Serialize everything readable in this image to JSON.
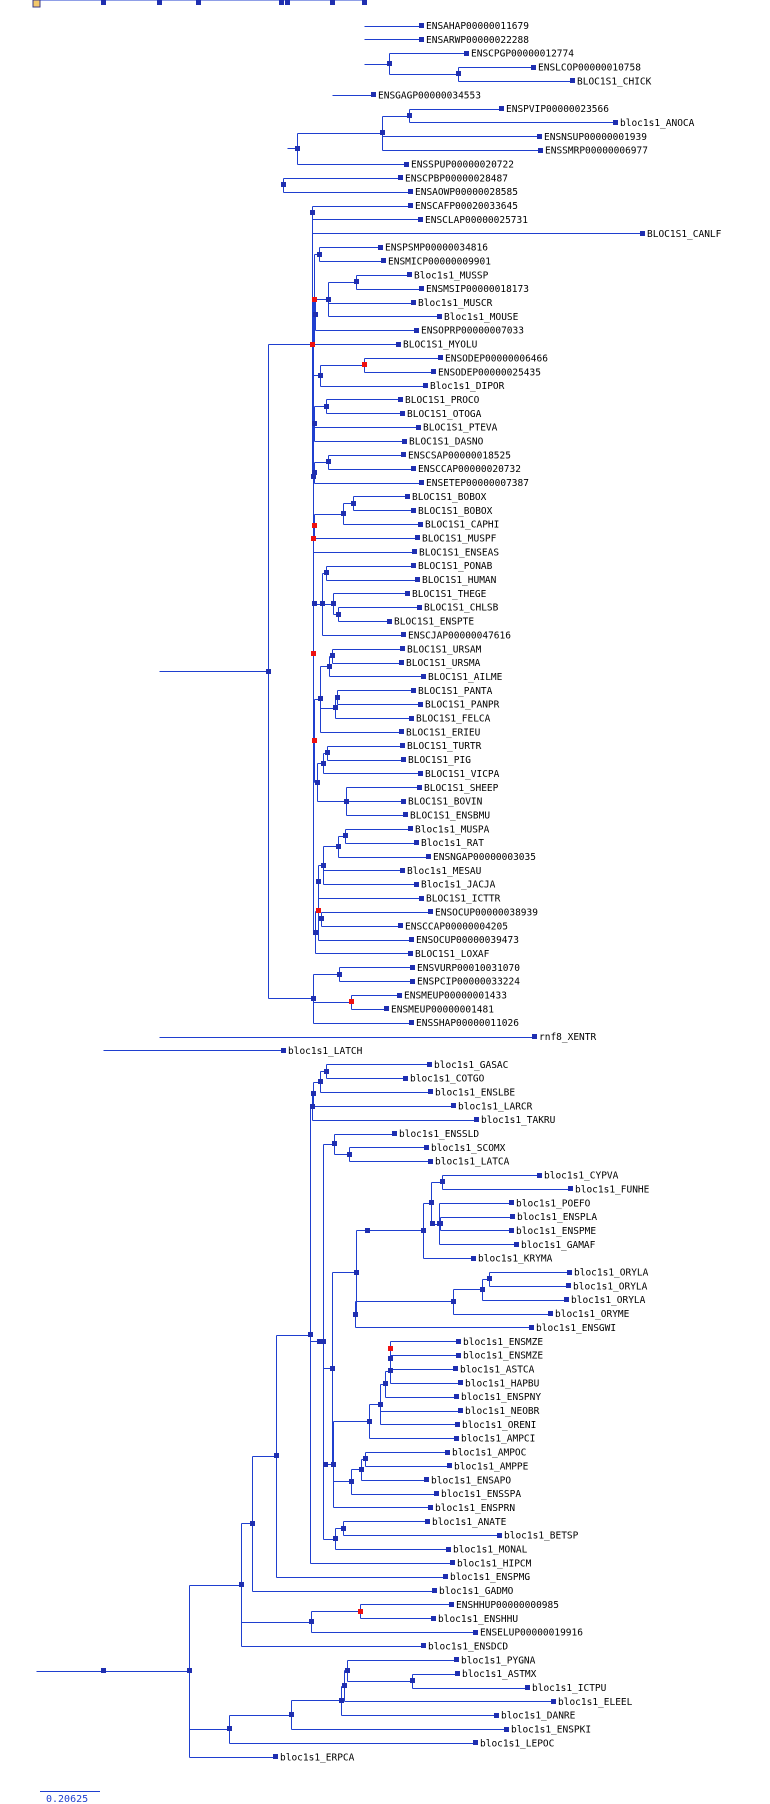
{
  "colors": {
    "edge": "#1f3fcf",
    "node": "#1f2fb0",
    "duplication_node": "#ee1111",
    "root_node_fill": "#f3c86b",
    "root_node_stroke": "#3a3a8a"
  },
  "scale": {
    "label": "0.20625"
  },
  "tree": [
    "0|36|0.3",
    "1|103|0.3",
    "2|159|0.3",
    "3|198|0.3",
    "4|281|0.3",
    "5|287|0.3",
    "6|332|0.3",
    "7|364|0.3",
    "8|364|0.3",
    "L|ENSAHAP00000011679|7",
    "L|ENSARWP00000022288|7",
    "8|389|0.3",
    "L|ENSCPGP00000012774|8",
    "9|458|0.3",
    "L|ENSLCOP00000010758|9",
    "L|BLOC1S1_CHICK|9",
    "L|ENSGAGP00000034553|6",
    "6|297|0.3",
    "7|382|0.3",
    "8|409|0.3",
    "L|ENSPVIP00000023566|8",
    "L|bloc1s1_ANOCA|8",
    "L|ENSNSUP00000001939|7",
    "L|ENSSMRP00000006977|7",
    "L|ENSSPUP00000020722|6",
    "5|283|0.3",
    "L|ENSCPBP00000028487|5",
    "L|ENSAOWP00000028585|5",
    "3|268|0.3",
    "4|312|1",
    "5|312|0.3",
    "L|ENSCAFP00020033645|5",
    "L|ENSCLAP00000025731|5",
    "L|BLOC1S1_CANLF|4",
    "5|313|0.3",
    "6|314|1",
    "7|319|0.3",
    "L|ENSPSMP00000034816|7",
    "L|ENSMICP00000009901|7",
    "7|315|0.3",
    "8|328|0.3",
    "9|356|0.3",
    "L|Bloc1s1_MUSSP|9",
    "L|ENSMSIP00000018173|9",
    "L|Bloc1s1_MUSCR|8",
    "L|Bloc1s1_MOUSE|8",
    "L|ENSOPRP00000007033|7",
    "L|BLOC1S1_MYOLU|6",
    "6|313|1",
    "7|320|0.3",
    "8|364|1",
    "L|ENSODEP00000006466|8",
    "L|ENSODEP00000025435|8",
    "L|Bloc1s1_DIPOR|7",
    "7|314|0.3",
    "8|326|0.3",
    "L|BLOC1S1_PROCO|8",
    "L|BLOC1S1_OTOGA|8",
    "L|BLOC1S1_PTEVA|7",
    "L|BLOC1S1_DASNO|7",
    "7|314|0.3",
    "8|328|0.3",
    "L|ENSCSAP00000018525|8",
    "L|ENSCCAP00000020732|8",
    "L|ENSETEP00000007387|7",
    "7|313|1",
    "8|314|1",
    "9|343|0.3",
    "10|353|0.3",
    "L|BLOC1S1_BOBOX|10",
    "L|BLOC1S1_BOBOX|10",
    "L|BLOC1S1_CAPHI|9",
    "L|BLOC1S1_MUSPF|8",
    "L|BLOC1S1_ENSEAS|7",
    "7|314|0.3",
    "8|322|0.3",
    "9|326|0.3",
    "L|BLOC1S1_PONAB|9",
    "L|BLOC1S1_HUMAN|9",
    "9|333|0.3",
    "L|BLOC1S1_THEGE|9",
    "10|338|0.3",
    "L|BLOC1S1_CHLSB|10",
    "L|BLOC1S1_ENSPTE|10",
    "L|ENSCJAP00000047616|8",
    "7|314|1",
    "8|320|0.3",
    "9|329|0.3",
    "10|332|0.3",
    "L|BLOC1S1_URSAM|10",
    "L|BLOC1S1_URSMA|10",
    "L|BLOC1S1_AILME|9",
    "9|335|0.3",
    "10|337|0.3",
    "L|BLOC1S1_PANTA|10",
    "L|BLOC1S1_PANPR|10",
    "L|BLOC1S1_FELCA|9",
    "L|BLOC1S1_ERIEU|8",
    "8|317|0.3",
    "9|323|0.3",
    "10|327|0.3",
    "L|BLOC1S1_TURTR|10",
    "L|BLOC1S1_PIG|10",
    "L|BLOC1S1_VICPA|9",
    "9|346|0.3",
    "L|BLOC1S1_SHEEP|9",
    "L|BLOC1S1_BOVIN|9",
    "L|BLOC1S1_ENSBMU|9",
    "7|315|0.3",
    "8|318|1",
    "9|318|0.3",
    "10|323|0.3",
    "11|338|0.3",
    "12|345|0.3",
    "L|Bloc1s1_MUSPA|12",
    "L|Bloc1s1_RAT|12",
    "L|ENSNGAP00000003035|11",
    "L|Bloc1s1_MESAU|10",
    "L|Bloc1s1_JACJA|10",
    "L|BLOC1S1_ICTTR|9",
    "9|321|0.3",
    "L|ENSOCUP00000038939|9",
    "L|ENSCCAP00000004205|9",
    "L|ENSOCUP00000039473|8",
    "L|BLOC1S1_LOXAF|7",
    "4|313|0.3",
    "5|339|0.3",
    "L|ENSVURP00010031070|5",
    "L|ENSPCIP00000033224|5",
    "5|351|1",
    "L|ENSMEUP00000001433|5",
    "L|ENSMEUP00000001481|5",
    "L|ENSSHAP00000011026|4",
    "L|rnf8_XENTR|2",
    "L|bloc1s1_LATCH|1",
    "1|103|0.3",
    "2|189|0.3",
    "3|241|0.3",
    "4|252|0.3",
    "5|276|0.3",
    "6|310|0.3",
    "7|312|0.3",
    "8|313|0.3",
    "9|320|0.3",
    "10|326|0.3",
    "L|bloc1s1_GASAC|10",
    "L|bloc1s1_COTGO|10",
    "L|bloc1s1_ENSLBE|9",
    "L|bloc1s1_LARCR|8",
    "L|bloc1s1_TAKRU|7",
    "7|319|0.3",
    "8|323|0.3",
    "9|334|0.3",
    "L|bloc1s1_ENSSLD|9",
    "10|349|0.3",
    "L|bloc1s1_SCOMX|10",
    "L|bloc1s1_LATCA|10",
    "9|332|0.3",
    "10|356|0.3",
    "11|367|0.3",
    "12|423|0.3",
    "13|431|0.3",
    "14|442|0.3",
    "L|bloc1s1_CYPVA|14",
    "L|bloc1s1_FUNHE|14",
    "14|432|0.3",
    "15|439|0.3",
    "L|bloc1s1_POEFO|15",
    "16|440|0.3",
    "L|bloc1s1_ENSPLA|16",
    "L|bloc1s1_ENSPME|16",
    "L|bloc1s1_GAMAF|15",
    "L|bloc1s1_KRYMA|12",
    "11|355|0.3",
    "12|453|0.3",
    "13|482|0.3",
    "14|489|0.3",
    "L|bloc1s1_ORYLA|14",
    "L|bloc1s1_ORYLA|14",
    "L|bloc1s1_ORYLA|13",
    "L|bloc1s1_ORYME|12",
    "L|bloc1s1_ENSGWI|11",
    "10|325|0.3",
    "11|333|0.3",
    "12|369|0.3",
    "13|380|0.3",
    "14|385|0.3",
    "15|390|0.3",
    "16|390|0.3",
    "17|390|1",
    "L|bloc1s1_ENSMZE|17",
    "L|bloc1s1_ENSMZE|17",
    "L|bloc1s1_ASTCA|16",
    "L|bloc1s1_HAPBU|15",
    "L|bloc1s1_ENSPNY|14",
    "L|bloc1s1_NEOBR|13",
    "L|bloc1s1_ORENI|13",
    "L|bloc1s1_AMPCI|12",
    "12|351|0.3",
    "13|361|0.3",
    "14|365|0.3",
    "L|bloc1s1_AMPOC|14",
    "L|bloc1s1_AMPPE|14",
    "L|bloc1s1_ENSAPO|13",
    "L|bloc1s1_ENSSPA|12",
    "L|bloc1s1_ENSPRN|11",
    "9|335|0.3",
    "10|343|0.3",
    "L|bloc1s1_ANATE|10",
    "L|bloc1s1_BETSP|10",
    "L|bloc1s1_MONAL|9",
    "L|bloc1s1_HIPCM|6",
    "L|bloc1s1_ENSPMG|5",
    "L|bloc1s1_GADMO|4",
    "4|311|0.3",
    "5|360|1",
    "L|ENSHHUP00000000985|5",
    "L|bloc1s1_ENSHHU|5",
    "L|ENSELUP00000019916|4",
    "L|bloc1s1_ENSDCD|3",
    "3|229|0.3",
    "4|229|0.3",
    "5|291|0.3",
    "6|341|0.3",
    "7|344|0.3",
    "8|347|0.3",
    "L|bloc1s1_PYGNA|8",
    "9|412|0.3",
    "L|bloc1s1_ASTMX|9",
    "L|bloc1s1_ICTPU|9",
    "L|bloc1s1_ELEEL|7",
    "L|bloc1s1_DANRE|6",
    "L|bloc1s1_ENSPKI|5",
    "L|bloc1s1_LEPOC|4",
    "L|bloc1s1_ERPCA|2"
  ]
}
